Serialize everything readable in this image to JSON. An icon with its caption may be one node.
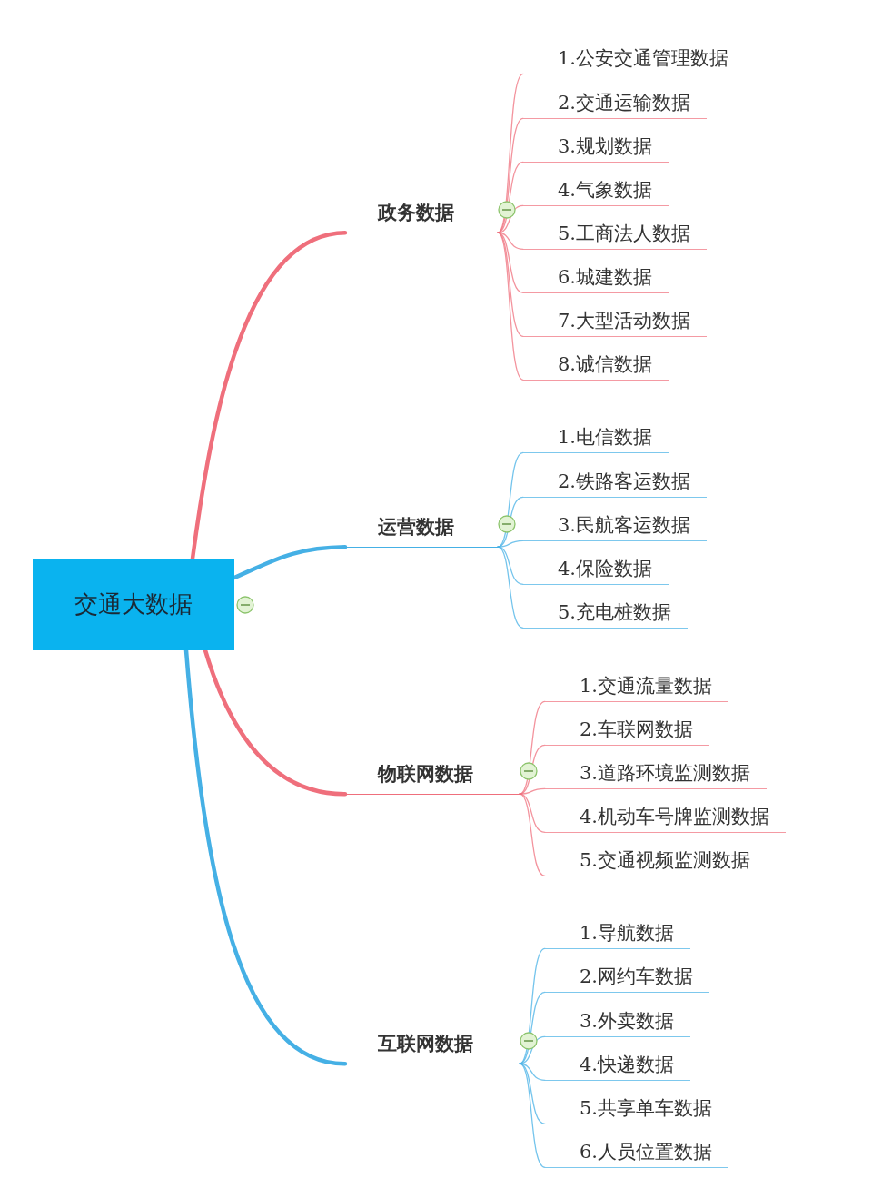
{
  "diagram": {
    "nodes": [
      {
        "text": [
          "交通大数据"
        ]
      },
      {
        "text": [
          "政务数据"
        ]
      },
      {
        "text": [
          "1.公安交通管理数据"
        ]
      },
      {
        "text": [
          "2.交通运输数据"
        ]
      },
      {
        "text": [
          "3.规划数据"
        ]
      },
      {
        "text": [
          "4.气象数据"
        ]
      },
      {
        "text": [
          "5.工商法人数据"
        ]
      },
      {
        "text": [
          "6.城建数据"
        ]
      },
      {
        "text": [
          "7.大型活动数据"
        ]
      },
      {
        "text": [
          "8.诚信数据"
        ]
      },
      {
        "text": [
          "运营数据"
        ]
      },
      {
        "text": [
          "1.电信数据"
        ]
      },
      {
        "text": [
          "2.铁路客运数据"
        ]
      },
      {
        "text": [
          "3.民航客运数据"
        ]
      },
      {
        "text": [
          "4.保险数据"
        ]
      },
      {
        "text": [
          "5.充电桩数据"
        ]
      },
      {
        "text": [
          "物联网数据"
        ]
      },
      {
        "text": [
          "1.交通流量数据"
        ]
      },
      {
        "text": [
          "2.车联网数据"
        ]
      },
      {
        "text": [
          "3.道路环境监测数据"
        ]
      },
      {
        "text": [
          "4.机动车号牌监测数据"
        ]
      },
      {
        "text": [
          "5.交通视频监测数据"
        ]
      },
      {
        "text": [
          "互联网数据"
        ]
      },
      {
        "text": [
          "1.导航数据"
        ]
      },
      {
        "text": [
          "2.网约车数据"
        ]
      },
      {
        "text": [
          "3.外卖数据"
        ]
      },
      {
        "text": [
          "4.快递数据"
        ]
      },
      {
        "text": [
          "5.共享单车数据"
        ]
      },
      {
        "text": [
          "6.人员位置数据"
        ]
      }
    ],
    "edges": [
      {
        "from": 0,
        "to": 1,
        "arrow": "none",
        "style": "thick"
      },
      {
        "from": 1,
        "to": 2,
        "arrow": "none"
      },
      {
        "from": 1,
        "to": 3,
        "arrow": "none"
      },
      {
        "from": 1,
        "to": 4,
        "arrow": "none"
      },
      {
        "from": 1,
        "to": 5,
        "arrow": "none"
      },
      {
        "from": 1,
        "to": 6,
        "arrow": "none"
      },
      {
        "from": 1,
        "to": 7,
        "arrow": "none"
      },
      {
        "from": 1,
        "to": 8,
        "arrow": "none"
      },
      {
        "from": 1,
        "to": 9,
        "arrow": "none"
      },
      {
        "from": 0,
        "to": 10,
        "arrow": "none",
        "style": "thick",
        "color": "#45b0e5"
      },
      {
        "from": 10,
        "to": 11,
        "arrow": "none",
        "color": "#45b0e5"
      },
      {
        "from": 10,
        "to": 12,
        "arrow": "none",
        "color": "#45b0e5"
      },
      {
        "from": 10,
        "to": 13,
        "arrow": "none",
        "color": "#45b0e5"
      },
      {
        "from": 10,
        "to": 14,
        "arrow": "none",
        "color": "#45b0e5"
      },
      {
        "from": 10,
        "to": 15,
        "arrow": "none",
        "color": "#45b0e5"
      },
      {
        "from": 0,
        "to": 16,
        "arrow": "none",
        "style": "thick"
      },
      {
        "from": 16,
        "to": 17,
        "arrow": "none"
      },
      {
        "from": 16,
        "to": 18,
        "arrow": "none"
      },
      {
        "from": 16,
        "to": 19,
        "arrow": "none"
      },
      {
        "from": 16,
        "to": 20,
        "arrow": "none"
      },
      {
        "from": 16,
        "to": 21,
        "arrow": "none"
      },
      {
        "from": 0,
        "to": 22,
        "arrow": "none",
        "style": "thick",
        "color": "#45b0e5"
      },
      {
        "from": 22,
        "to": 23,
        "arrow": "none",
        "color": "#45b0e5"
      },
      {
        "from": 22,
        "to": 24,
        "arrow": "none",
        "color": "#45b0e5"
      },
      {
        "from": 22,
        "to": 25,
        "arrow": "none",
        "color": "#45b0e5"
      },
      {
        "from": 22,
        "to": 26,
        "arrow": "none",
        "color": "#45b0e5"
      },
      {
        "from": 22,
        "to": 27,
        "arrow": "none",
        "color": "#45b0e5"
      },
      {
        "from": 22,
        "to": 28,
        "arrow": "none",
        "color": "#45b0e5"
      }
    ]
  }
}
